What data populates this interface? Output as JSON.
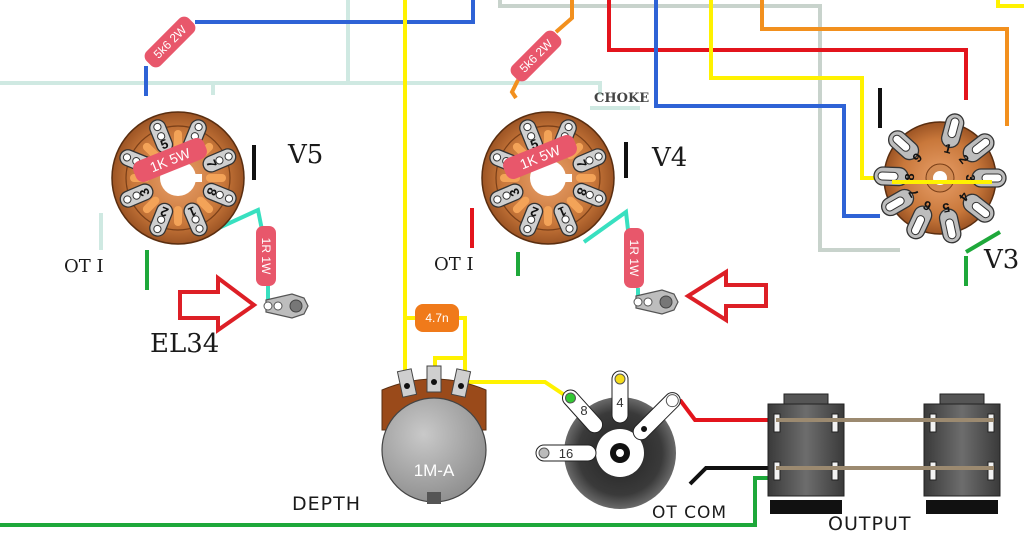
{
  "title": "Tube amp output section wiring diagram",
  "colors": {
    "wire_blue": "#2e63d6",
    "wire_red": "#e3141c",
    "wire_yellow": "#fff200",
    "wire_orange": "#f2901e",
    "wire_green": "#1ea83a",
    "wire_mint": "#cfe9e2",
    "wire_gray": "#c8d3cc",
    "wire_cyan": "#38e0c0",
    "wire_black": "#111111",
    "wire_tan": "#9c8a70",
    "resistor": "#e8576b",
    "capacitor": "#f07a1a",
    "socket": "#c8773a",
    "arrow": "#dd1f26"
  },
  "tubes": [
    {
      "id": "V5",
      "label": "V5",
      "type_label": "EL34",
      "ot_label": "OT I",
      "pins": [
        "1",
        "2",
        "3",
        "4",
        "5",
        "6",
        "7",
        "8"
      ]
    },
    {
      "id": "V4",
      "label": "V4",
      "ot_label": "OT I",
      "aux_label": "CHOKE",
      "pins": [
        "1",
        "2",
        "3",
        "4",
        "5",
        "6",
        "7",
        "8"
      ]
    },
    {
      "id": "V3",
      "label": "V3",
      "pins": [
        "1",
        "2",
        "3",
        "4",
        "5",
        "6",
        "7",
        "8",
        "9"
      ]
    }
  ],
  "resistors": {
    "v5_screen": "5k6  2W",
    "v5_grid": "1K  5W",
    "v5_cathode": "1R 1W",
    "v4_screen": "5k6  2W",
    "v4_grid": "1K  5W",
    "v4_cathode": "1R 1W"
  },
  "capacitor": {
    "value": "4.7n"
  },
  "pot": {
    "value": "1M-A",
    "label": "DEPTH"
  },
  "impedance_switch": {
    "taps": [
      "4",
      "8",
      "16"
    ]
  },
  "labels": {
    "ot_com": "OT COM",
    "output": "OUTPUT"
  }
}
